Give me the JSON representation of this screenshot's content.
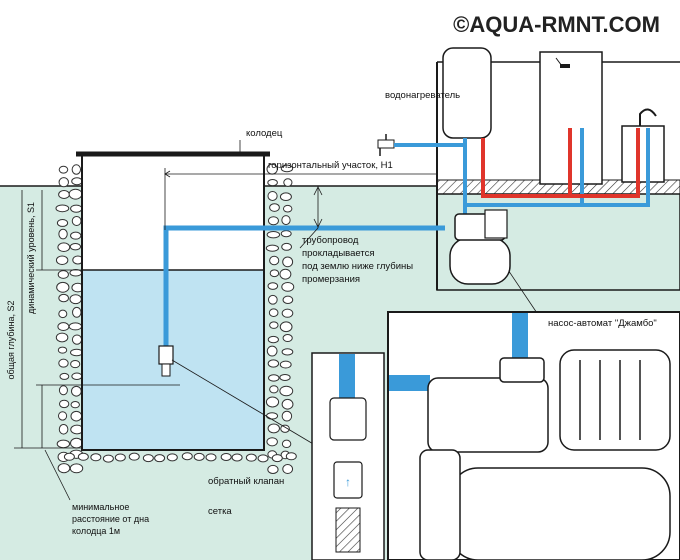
{
  "watermark": "©AQUA-RMNT.COM",
  "labels": {
    "water_heater": "водонагреватель",
    "well": "колодец",
    "horizontal_section": "горизонтальный участок, H1",
    "pipeline_1": "трубопровод",
    "pipeline_2": "прокладывается",
    "pipeline_3": "под землю ниже глубины",
    "pipeline_4": "промерзания",
    "pump_station": "насос-автомат \"Джамбо\"",
    "check_valve": "обратный клапан",
    "strainer": "сетка",
    "min_distance_1": "минимальное",
    "min_distance_2": "расстояние от дна",
    "min_distance_3": "колодца 1м",
    "total_depth": "общая глубина, S2",
    "dynamic_level": "динамический уровень, S1"
  },
  "colors": {
    "cold_pipe": "#3a9ad9",
    "hot_pipe": "#e0352b",
    "water": "#bfe3f2",
    "ground": "#d5ebe3",
    "outline": "#1a1a1a"
  }
}
